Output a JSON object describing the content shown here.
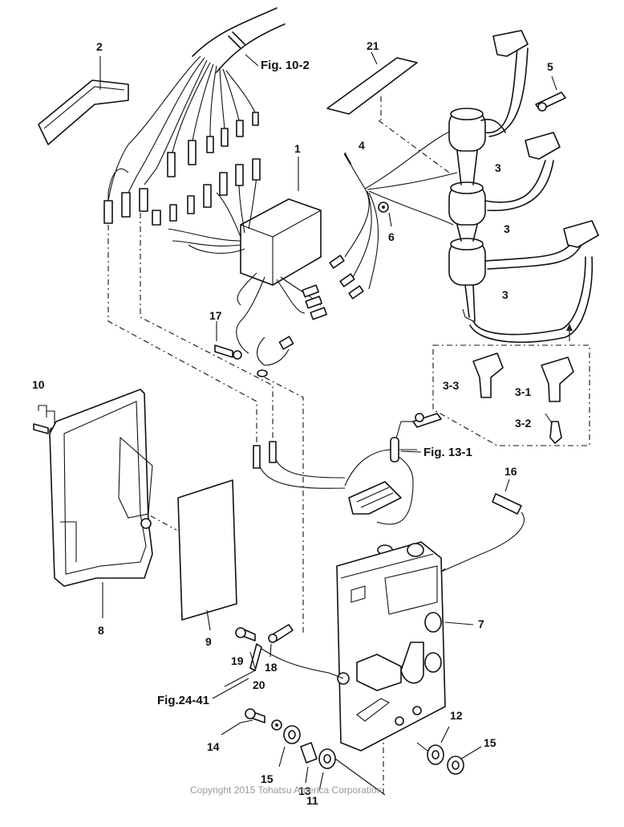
{
  "diagram": {
    "callouts": [
      {
        "id": "c-1",
        "text": "1"
      },
      {
        "id": "c-2",
        "text": "2"
      },
      {
        "id": "c-3a",
        "text": "3"
      },
      {
        "id": "c-3b",
        "text": "3"
      },
      {
        "id": "c-3c",
        "text": "3"
      },
      {
        "id": "c-3-3",
        "text": "3-3"
      },
      {
        "id": "c-3-1",
        "text": "3-1"
      },
      {
        "id": "c-3-2",
        "text": "3-2"
      },
      {
        "id": "c-4",
        "text": "4"
      },
      {
        "id": "c-5",
        "text": "5"
      },
      {
        "id": "c-6",
        "text": "6"
      },
      {
        "id": "c-7",
        "text": "7"
      },
      {
        "id": "c-8",
        "text": "8"
      },
      {
        "id": "c-9",
        "text": "9"
      },
      {
        "id": "c-10",
        "text": "10"
      },
      {
        "id": "c-11",
        "text": "11"
      },
      {
        "id": "c-12",
        "text": "12"
      },
      {
        "id": "c-13",
        "text": "13"
      },
      {
        "id": "c-14",
        "text": "14"
      },
      {
        "id": "c-15a",
        "text": "15"
      },
      {
        "id": "c-15b",
        "text": "15"
      },
      {
        "id": "c-16",
        "text": "16"
      },
      {
        "id": "c-17",
        "text": "17"
      },
      {
        "id": "c-18",
        "text": "18"
      },
      {
        "id": "c-19",
        "text": "19"
      },
      {
        "id": "c-20",
        "text": "20"
      },
      {
        "id": "c-21",
        "text": "21"
      }
    ],
    "figure_refs": [
      {
        "id": "ref-fig-10-2",
        "text": "Fig. 10-2"
      },
      {
        "id": "ref-fig-13-1",
        "text": "Fig. 13-1"
      },
      {
        "id": "ref-fig-24-41",
        "text": "Fig.24-41"
      }
    ],
    "copyright": "Copyright 2015 Tohatsu America Corporation"
  }
}
